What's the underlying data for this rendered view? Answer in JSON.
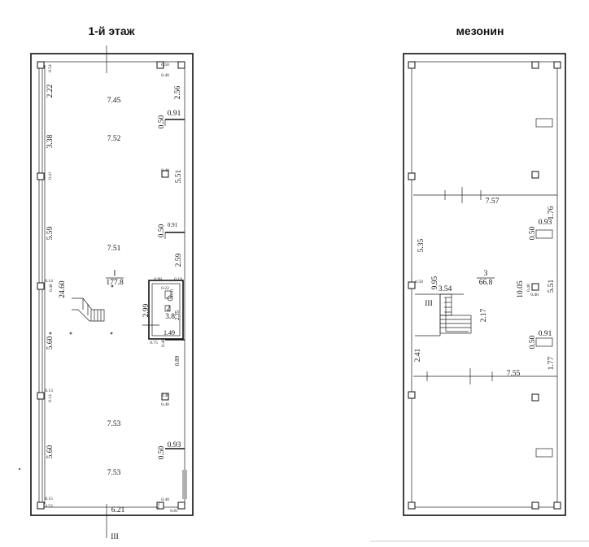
{
  "titles": {
    "floor1": "1-й этаж",
    "mezzanine": "мезонин"
  },
  "floor1": {
    "room": {
      "number": "I",
      "area": "177.8"
    },
    "wc": {
      "number": "2",
      "area": "3.8"
    },
    "section_mark": "III",
    "overall_length": "24.60",
    "bottom_width": "6.21",
    "dims": {
      "d745": "7.45",
      "d752": "7.52",
      "d751": "7.51",
      "d753a": "7.53",
      "d753b": "7.53",
      "d256": "2.56",
      "d091a": "0.91",
      "d050a": "0.50",
      "d551": "5.51",
      "d091b": "0.91",
      "d050b": "0.50",
      "d259": "2.59",
      "d089": "0.89",
      "d093": "0.93",
      "d050c": "0.50",
      "d222": "2.22",
      "d338": "3.38",
      "d559": "5.59",
      "d560a": "5.60",
      "d560b": "5.60",
      "d299": "2.99",
      "d235": "2.35",
      "d149": "1.49"
    },
    "small": {
      "s054": "0.54",
      "s050": "0.50",
      "s040a": "0.40",
      "s040b": "0.40",
      "s040c": "0.40",
      "s040d": "0.40",
      "s040e": "0.40",
      "s040f": "0.40",
      "s052a": "0.52",
      "s052b": "0.52",
      "s015": "0.15",
      "s041": "0.41",
      "s014a": "0.14",
      "s014b": "0.14",
      "s013": "0.13",
      "s075": "0.75",
      "s046": "0.46",
      "s098": "0.98",
      "s081": "0.81",
      "s022": "0.22",
      "s091": "0.91",
      "s019": "0.19"
    }
  },
  "mezzanine": {
    "room": {
      "number": "3",
      "area": "66.8"
    },
    "section_mark": "III",
    "dims": {
      "d757": "7.57",
      "d176": "1.76",
      "d093": "0.93",
      "d050a": "0.50",
      "d551": "5.51",
      "d535": "5.35",
      "d995": "9.95",
      "d1005": "10.05",
      "d354": "3.54",
      "d217": "2.17",
      "d091": "0.91",
      "d050b": "0.50",
      "d241": "2.41",
      "d755": "7.55",
      "d177": "1.77",
      "s050": "0.50",
      "s040a": "0.40",
      "s040b": "0.40"
    }
  }
}
